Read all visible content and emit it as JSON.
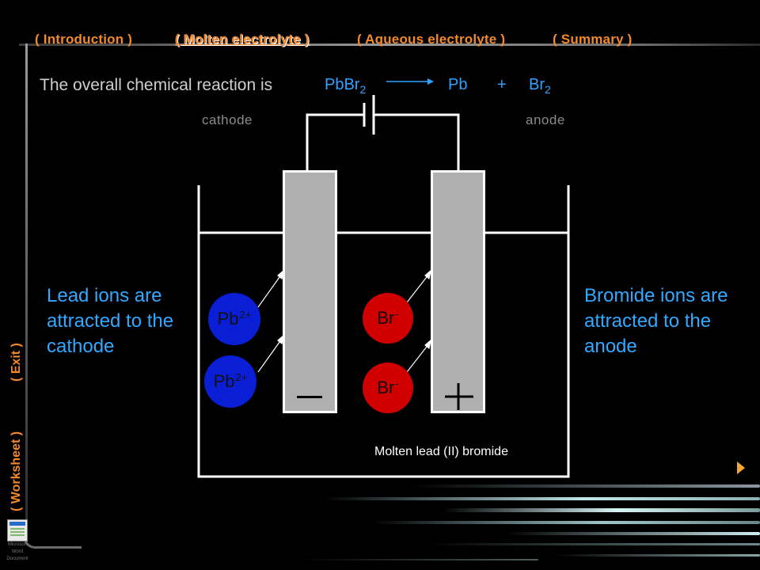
{
  "nav": {
    "introduction": "( Introduction )",
    "molten": "( Molten electrolyte )",
    "aqueous": "( Aqueous electrolyte )",
    "summary": "( Summary )",
    "worksheet": "( Worksheet )",
    "exit": "( Exit )"
  },
  "reaction": {
    "intro": "The overall chemical reaction is",
    "reactant": "PbBr",
    "reactant_sub": "2",
    "product1": "Pb",
    "plus": "+",
    "product2": "Br",
    "product2_sub": "2"
  },
  "labels": {
    "cathode": "cathode",
    "anode": "anode",
    "electrolyte": "Molten lead (II) bromide",
    "cathode_sign": "−",
    "anode_sign": "+"
  },
  "ions": {
    "lead": "Pb",
    "lead_charge": "2+",
    "bromide": "Br",
    "bromide_charge": "-"
  },
  "explanations": {
    "left": [
      "Lead ions are",
      "attracted to the",
      "cathode"
    ],
    "right": [
      "Bromide ions are",
      "attracted to the",
      "anode"
    ]
  },
  "doc_icon": {
    "caption1": "Microsoft Word",
    "caption2": "Document"
  },
  "colors": {
    "nav": "#f28a2c",
    "label_blue": "#2fa3ff",
    "lead_ion": "#0a1ed6",
    "bromide_ion": "#d10000",
    "electrode": "#b0b0b0"
  }
}
